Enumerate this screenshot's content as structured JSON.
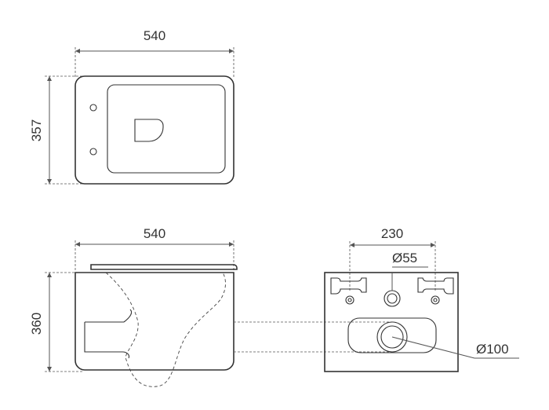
{
  "top_view": {
    "width_label": "540",
    "depth_label": "357"
  },
  "side_view": {
    "width_label": "540",
    "height_label": "360"
  },
  "rear_view": {
    "bolt_spacing_label": "230",
    "inlet_diameter_label": "Ø55",
    "outlet_diameter_label": "Ø100"
  }
}
